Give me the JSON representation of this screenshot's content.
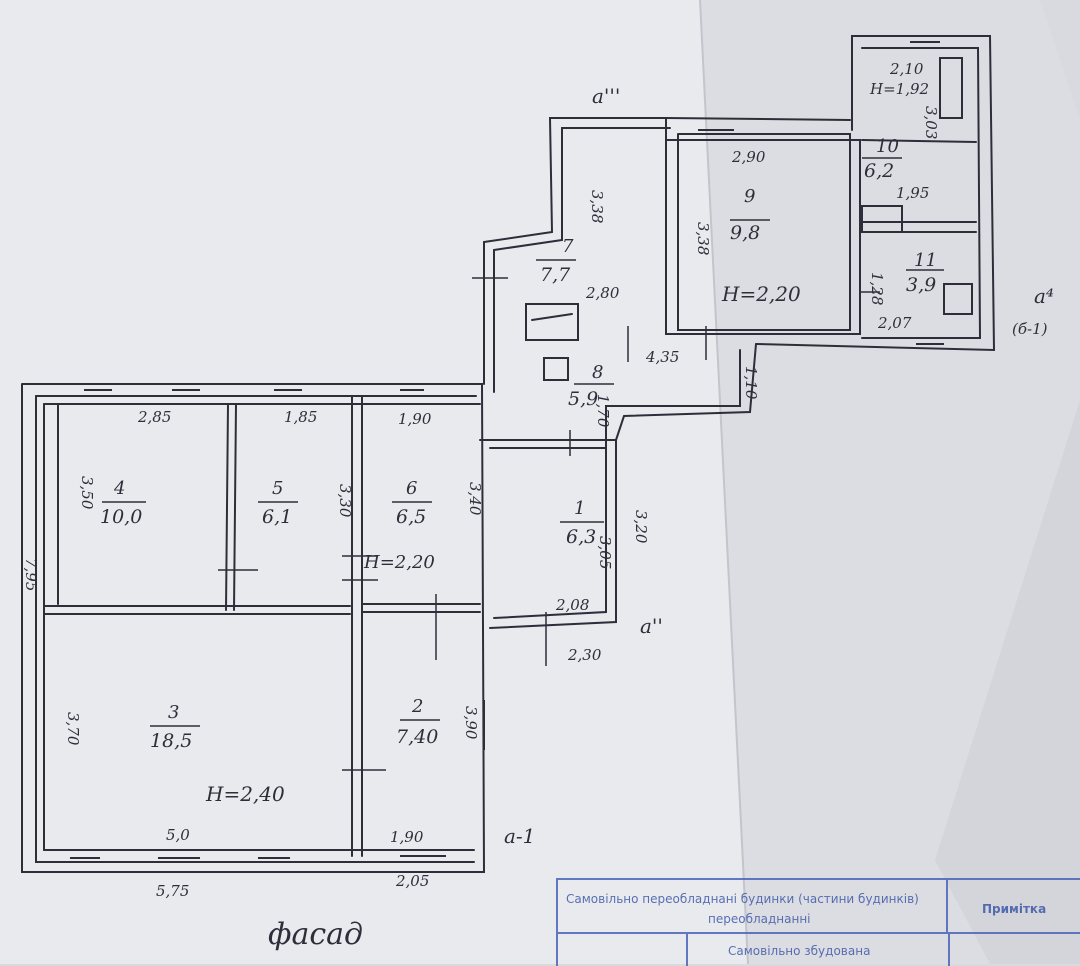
{
  "plan": {
    "rooms": [
      {
        "id": "1",
        "number": "1",
        "area": "6,3"
      },
      {
        "id": "2",
        "number": "2",
        "area": "7,40"
      },
      {
        "id": "3",
        "number": "3",
        "area": "18,5"
      },
      {
        "id": "4",
        "number": "4",
        "area": "10,0"
      },
      {
        "id": "5",
        "number": "5",
        "area": "6,1"
      },
      {
        "id": "6",
        "number": "6",
        "area": "6,5"
      },
      {
        "id": "7",
        "number": "7",
        "area": "7,7"
      },
      {
        "id": "8",
        "number": "8",
        "area": "5,9"
      },
      {
        "id": "9",
        "number": "9",
        "area": "9,8"
      },
      {
        "id": "10",
        "number": "10",
        "area": "6,2"
      },
      {
        "id": "11",
        "number": "11",
        "area": "3,9"
      }
    ],
    "heights": {
      "h1": "H=2,40",
      "h2": "H=2,20",
      "h3": "H=2,20",
      "h4": "H=1,92"
    },
    "dimensions": {
      "d_285": "2,85",
      "d_185": "1,85",
      "d_190a": "1,90",
      "d_350": "3,50",
      "d_330": "3,30",
      "d_340": "3,40",
      "d_795": "7,95",
      "d_370": "3,70",
      "d_50": "5,0",
      "d_190b": "1,90",
      "d_575": "5,75",
      "d_205": "2,05",
      "d_390": "3,90",
      "d_305": "3,05",
      "d_320": "3,20",
      "d_208": "2,08",
      "d_230": "2,30",
      "d_170": "1,70",
      "d_435": "4,35",
      "d_110": "1,10",
      "d_280": "2,80",
      "d_338a": "3,38",
      "d_338b": "3,38",
      "d_290": "2,90",
      "d_210": "2,10",
      "d_303": "3,03",
      "d_195": "1,95",
      "d_128": "1,28",
      "d_207": "2,07"
    },
    "marks": {
      "a1": "а-1",
      "a2": "а''",
      "a3": "а'''",
      "a4": "а⁴",
      "b1": "(б-1)",
      "fasad": "фасад"
    }
  },
  "stamp": {
    "row1": "Самовільно переобладнані будинки (частини будинків)",
    "row1b": "переобладнанні",
    "row2": "Самовільно збудована",
    "note": "Примітка"
  },
  "colors": {
    "paper": "#e7e8ec",
    "ink": "#2c2f3a",
    "stamp": "#3e5aa8"
  }
}
